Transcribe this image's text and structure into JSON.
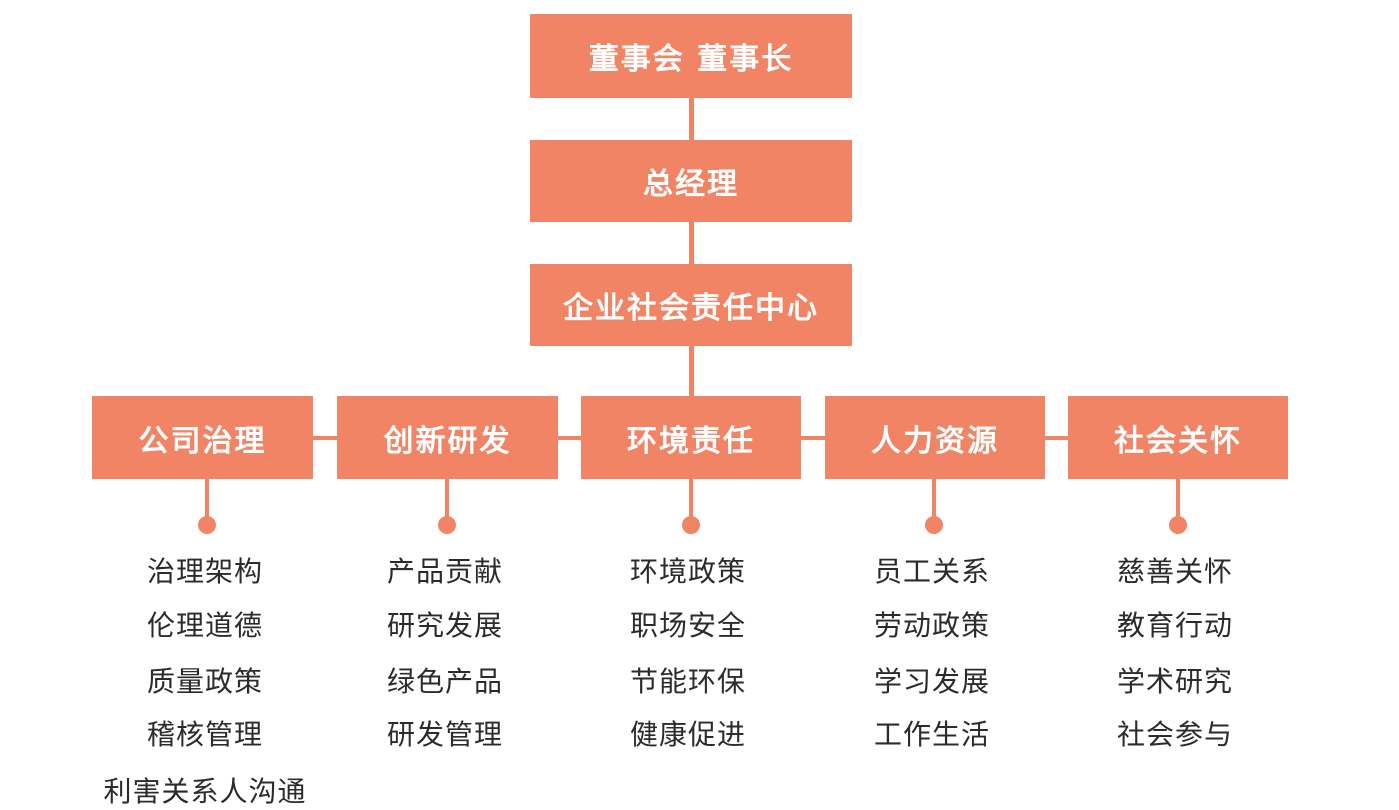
{
  "top": {
    "board": "董事会 董事长",
    "gm": "总经理",
    "csr_center": "企业社会责任中心"
  },
  "departments": [
    {
      "label": "公司治理",
      "items": [
        "治理架构",
        "伦理道德",
        "质量政策",
        "稽核管理",
        "利害关系人沟通"
      ]
    },
    {
      "label": "创新研发",
      "items": [
        "产品贡献",
        "研究发展",
        "绿色产品",
        "研发管理"
      ]
    },
    {
      "label": "环境责任",
      "items": [
        "环境政策",
        "职场安全",
        "节能环保",
        "健康促进"
      ]
    },
    {
      "label": "人力资源",
      "items": [
        "员工关系",
        "劳动政策",
        "学习发展",
        "工作生活"
      ]
    },
    {
      "label": "社会关怀",
      "items": [
        "慈善关怀",
        "教育行动",
        "学术研究",
        "社会参与"
      ]
    }
  ],
  "colors": {
    "accent": "#f08465",
    "text": "#2b2b2b"
  }
}
